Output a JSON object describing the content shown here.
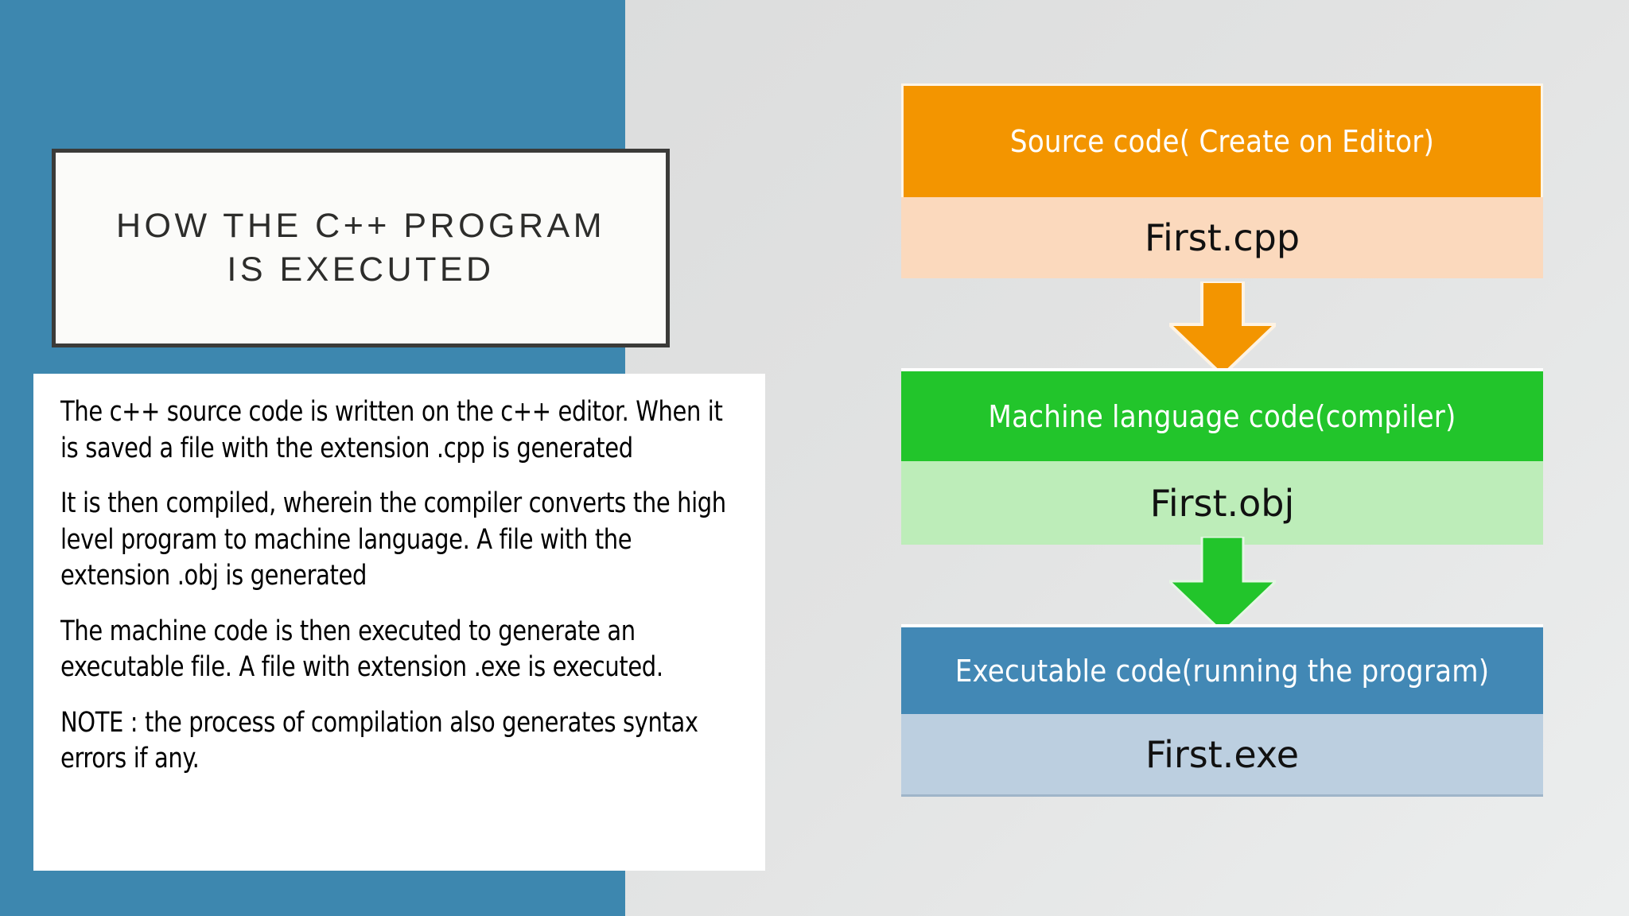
{
  "slide": {
    "left_panel_color": "#3d87af",
    "right_panel_color": "#e2e3e3",
    "title": "HOW THE C++ PROGRAM\nIS EXECUTED",
    "body_paragraphs": [
      "The c++  source code is written on the c++ editor. When it is saved a file with the extension .cpp is generated",
      "It is then compiled, wherein the compiler converts the high level program to machine language. A file with the extension .obj is generated",
      "The machine code is then executed to generate an executable file. A file with extension .exe is executed.",
      "NOTE : the process of compilation also generates syntax errors if any."
    ]
  },
  "flow": {
    "nodes": [
      {
        "id": "source",
        "header": "Source code( Create on Editor)",
        "file": "First.cpp",
        "header_color": "#f39500",
        "file_color": "#fbd9bd"
      },
      {
        "id": "machine",
        "header": "Machine language code(compiler)",
        "file": "First.obj",
        "header_color": "#22c52b",
        "file_color": "#bdedb9"
      },
      {
        "id": "exec",
        "header": "Executable code(running the program)",
        "file": "First.exe",
        "header_color": "#4288b5",
        "file_color": "#bccfe0"
      }
    ],
    "arrows": [
      {
        "id": "arrow-source-to-machine",
        "color": "#f39500",
        "direction": "down"
      },
      {
        "id": "arrow-machine-to-exec",
        "color": "#22c52b",
        "direction": "down"
      }
    ]
  }
}
